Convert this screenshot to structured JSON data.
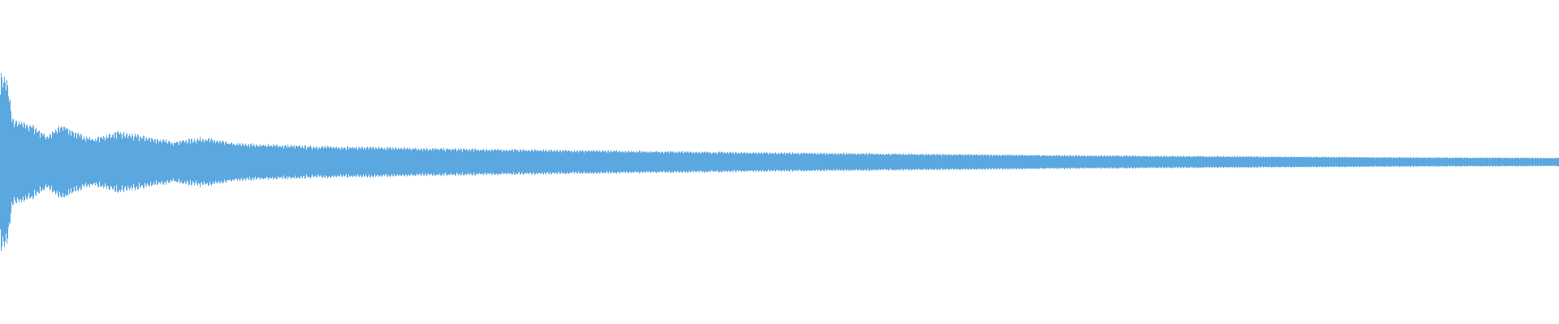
{
  "waveform": {
    "color": "#5ba8e0",
    "background": "#ffffff",
    "envelope": {
      "description_points": [
        [
          0.0,
          0.95
        ],
        [
          0.004,
          0.9
        ],
        [
          0.008,
          0.45
        ],
        [
          0.02,
          0.4
        ],
        [
          0.03,
          0.28
        ],
        [
          0.04,
          0.4
        ],
        [
          0.05,
          0.3
        ],
        [
          0.06,
          0.25
        ],
        [
          0.075,
          0.32
        ],
        [
          0.09,
          0.28
        ],
        [
          0.11,
          0.22
        ],
        [
          0.13,
          0.26
        ],
        [
          0.15,
          0.2
        ],
        [
          0.2,
          0.17
        ],
        [
          0.3,
          0.14
        ],
        [
          0.4,
          0.12
        ],
        [
          0.5,
          0.1
        ],
        [
          0.6,
          0.085
        ],
        [
          0.7,
          0.07
        ],
        [
          0.8,
          0.06
        ],
        [
          0.9,
          0.05
        ],
        [
          1.0,
          0.045
        ]
      ]
    }
  }
}
